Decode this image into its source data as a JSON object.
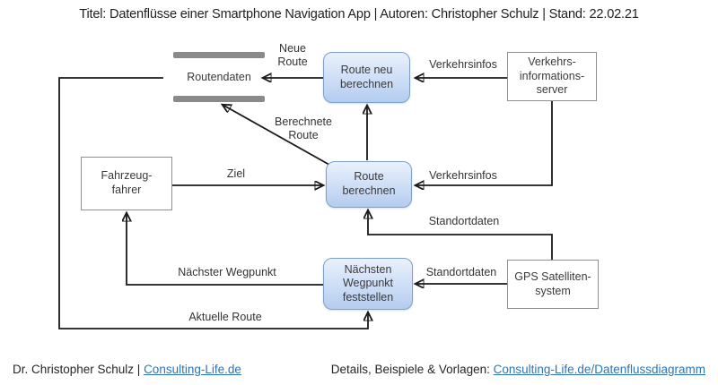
{
  "title": "Titel: Datenflüsse einer Smartphone Navigation App | Autoren: Christopher Schulz | Stand: 22.02.21",
  "diagram": {
    "store": {
      "label": "Routendaten"
    },
    "processes": {
      "route_neu": {
        "label": "Route neu\nberechnen"
      },
      "route": {
        "label": "Route\nberechnen"
      },
      "wegpunkt": {
        "label": "Nächsten\nWegpunkt\nfeststellen"
      }
    },
    "entities": {
      "verkehr": {
        "label": "Verkehrs-\ninformations-\nserver"
      },
      "fahrer": {
        "label": "Fahrzeug-\nfahrer"
      },
      "gps": {
        "label": "GPS Satelliten-\nsystem"
      }
    },
    "flows": {
      "neue_route": "Neue\nRoute",
      "verkehrsinfos_top": "Verkehrsinfos",
      "berechnete_route": "Berechnete\nRoute",
      "ziel": "Ziel",
      "verkehrsinfos_mid": "Verkehrsinfos",
      "standortdaten_upper": "Standortdaten",
      "standortdaten_lower": "Standortdaten",
      "naechster_wegpunkt": "Nächster Wegpunkt",
      "aktuelle_route": "Aktuelle Route"
    },
    "colors": {
      "process_fill_top": "#e9f1fc",
      "process_fill_bottom": "#b4ccef",
      "process_border": "#7fa0ca",
      "entity_border": "#909090",
      "store_bar": "#8a8a8a",
      "line": "#1a1a1a",
      "link": "#2e74b5"
    }
  },
  "footer": {
    "left_text": "Dr. Christopher Schulz | ",
    "left_link": "Consulting-Life.de",
    "right_text": "Details, Beispiele & Vorlagen: ",
    "right_link": "Consulting-Life.de/Datenflussdiagramm"
  }
}
